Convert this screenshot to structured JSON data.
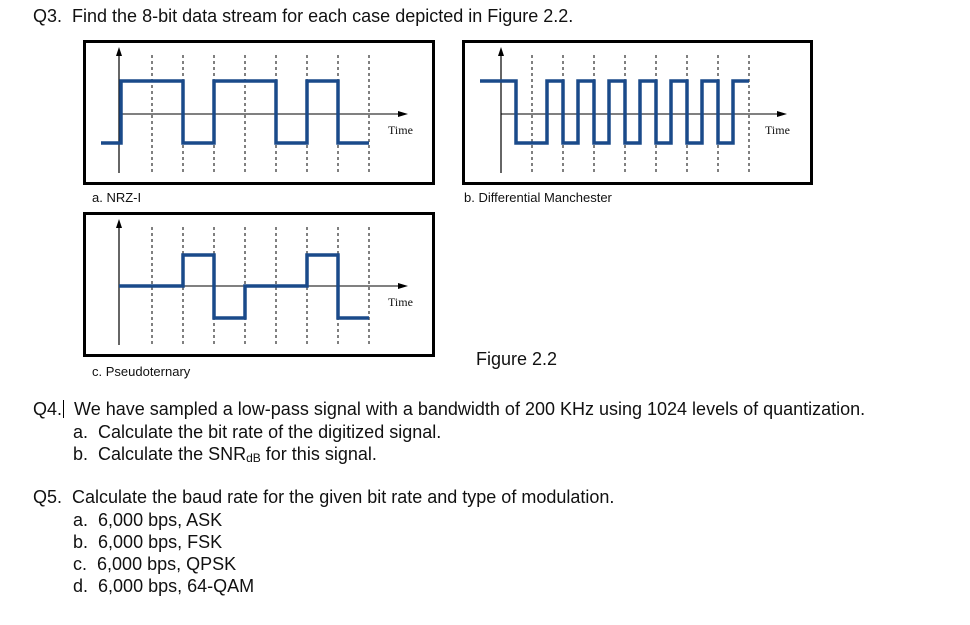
{
  "q3": {
    "label": "Q3.",
    "text": "Find the 8-bit data stream for each case depicted in Figure 2.2."
  },
  "figure": {
    "title": "Figure 2.2",
    "time_label": "Time",
    "panels": [
      {
        "id": "a",
        "caption": "a. NRZ-I"
      },
      {
        "id": "b",
        "caption": "b. Differential Manchester"
      },
      {
        "id": "c",
        "caption": "c. Pseudoternary"
      }
    ],
    "colors": {
      "signal": "#1a4a8a",
      "frame": "#000000",
      "axis": "#000000"
    }
  },
  "q4": {
    "label": "Q4.",
    "text": "We have sampled a low-pass signal with a bandwidth of 200 KHz using 1024 levels of quantization.",
    "items": [
      {
        "marker": "a.",
        "text": "Calculate the bit rate of the digitized signal."
      },
      {
        "marker": "b.",
        "text_pre": "Calculate the SNR",
        "sub": "dB",
        "text_post": " for this signal."
      }
    ]
  },
  "q5": {
    "label": "Q5.",
    "text": "Calculate the baud rate for the given bit rate and type of modulation.",
    "items": [
      {
        "marker": "a.",
        "text": "6,000 bps, ASK"
      },
      {
        "marker": "b.",
        "text": "6,000 bps, FSK"
      },
      {
        "marker": "c.",
        "text": "6,000 bps, QPSK"
      },
      {
        "marker": "d.",
        "text": "6,000 bps, 64-QAM"
      }
    ]
  }
}
